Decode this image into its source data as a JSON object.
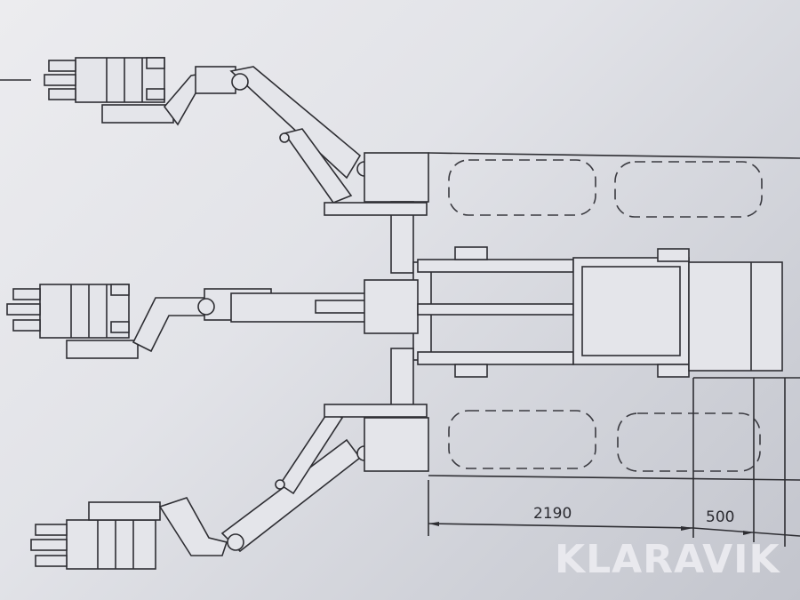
{
  "drawing": {
    "dimensions": [
      {
        "label": "2190"
      },
      {
        "label": "500"
      }
    ]
  },
  "watermark": {
    "text": "KLARAVIK"
  },
  "colors": {
    "line": "#2e2e33",
    "paper": "#e2e3e8",
    "watermark": "#ebebf0"
  }
}
